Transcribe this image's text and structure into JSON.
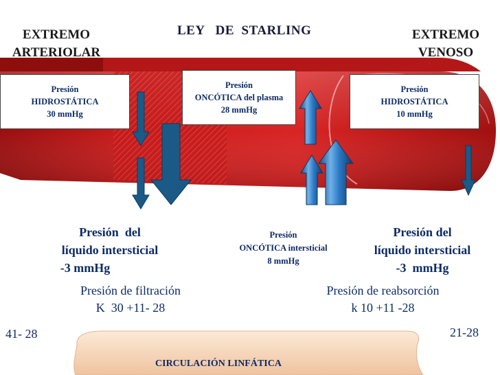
{
  "header": {
    "left_title": [
      "EXTREMO",
      "ARTERIOLAR"
    ],
    "center_title": "LEY   DE  STARLING",
    "right_title": [
      "EXTREMO",
      "VENOSO"
    ]
  },
  "boxes": {
    "arterial_hydrostatic": [
      "Presión",
      "HIDROSTÁTICA",
      "30 mmHg"
    ],
    "plasma_oncotic": [
      "Presión",
      "ONCÓTICA del plasma",
      "28 mmHg"
    ],
    "venous_hydrostatic": [
      "Presión",
      "HIDROSTÁTICA",
      "10 mmHg"
    ]
  },
  "interstitial": {
    "left": [
      "Presión  del",
      "líquido intersticial",
      "-3 mmHg"
    ],
    "center": [
      "Presión",
      "ONCÓTICA intersticial",
      "8 mmHg"
    ],
    "right": [
      "Presión del",
      "líquido intersticial",
      "-3  mmHg"
    ]
  },
  "formulas": {
    "filtration": [
      "Presión de filtración",
      "K  30 +11- 28"
    ],
    "reabsorption": [
      "Presión de reabsorción",
      "k 10 +11 -28"
    ]
  },
  "results": {
    "left": "41- 28",
    "right": "21-28"
  },
  "lymphatic": {
    "label": "CIRCULACIÓN LINFÁTICA"
  },
  "colors": {
    "vessel_red": "#c41a1a",
    "vessel_dark": "#8e0e0e",
    "arrow_blue": "#1b5a86",
    "text_navy": "#0d2b66",
    "lymph_peach": "#f7dcc3"
  },
  "icons": [
    "down-arrow-icon",
    "up-arrow-icon"
  ]
}
